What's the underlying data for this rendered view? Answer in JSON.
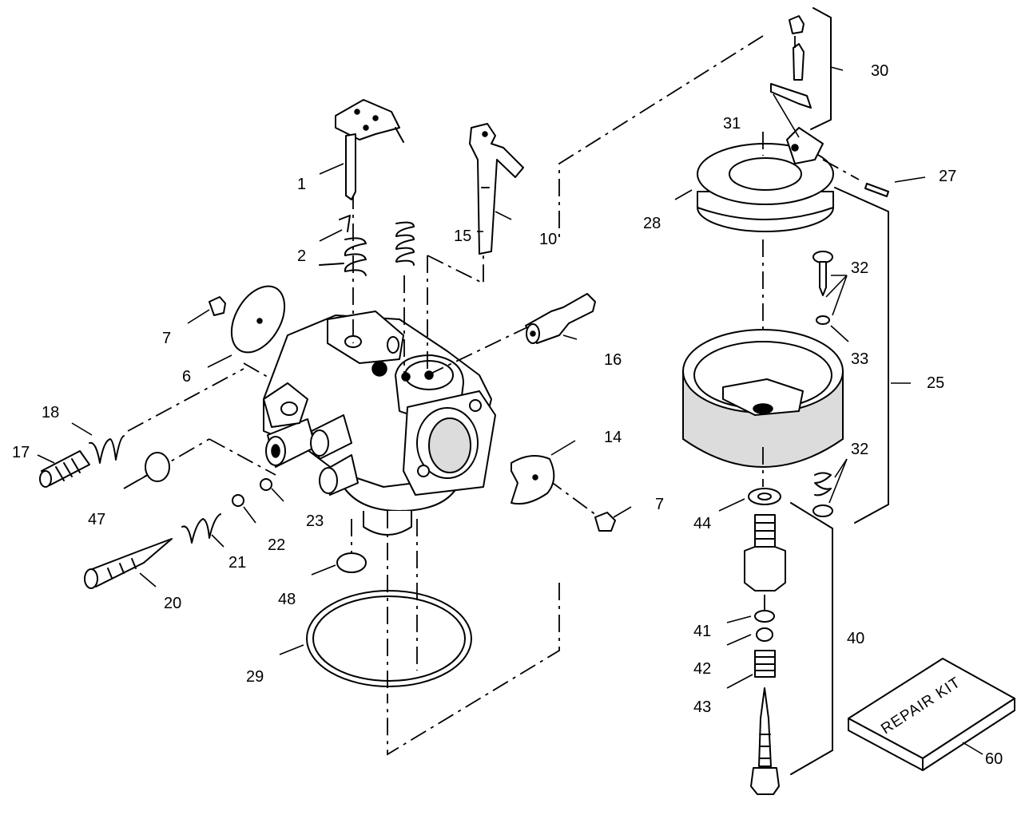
{
  "labels": {
    "l1": "1",
    "l2": "2",
    "l6": "6",
    "l7a": "7",
    "l7b": "7",
    "l10": "10",
    "l14": "14",
    "l15": "15",
    "l16": "16",
    "l17": "17",
    "l18": "18",
    "l20": "20",
    "l21": "21",
    "l22": "22",
    "l23": "23",
    "l25": "25",
    "l27": "27",
    "l28": "28",
    "l29": "29",
    "l30": "30",
    "l31": "31",
    "l32a": "32",
    "l32b": "32",
    "l33": "33",
    "l40": "40",
    "l41": "41",
    "l42": "42",
    "l43": "43",
    "l44": "44",
    "l47": "47",
    "l48": "48",
    "l60": "60"
  },
  "repair_kit": {
    "text": "REPAIR KIT"
  }
}
